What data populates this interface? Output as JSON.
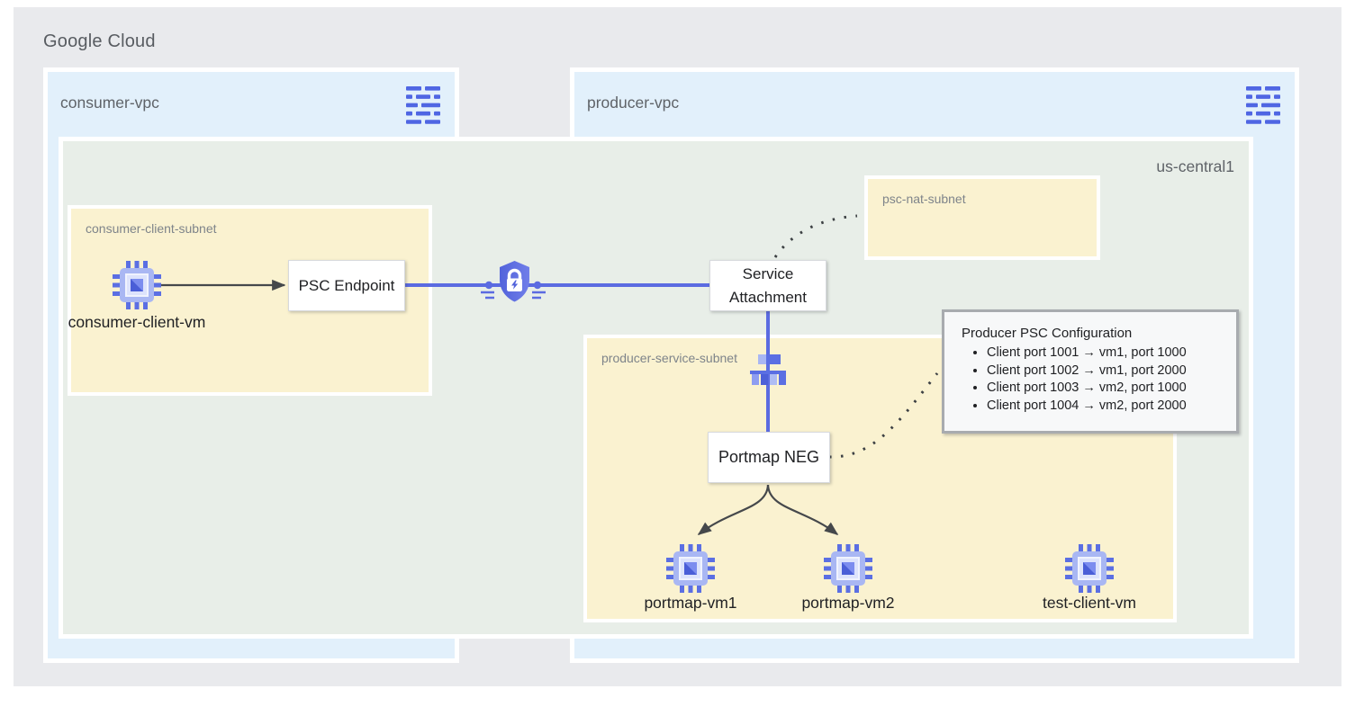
{
  "page": {
    "platform_label": "Google Cloud"
  },
  "vpcs": {
    "consumer": {
      "label": "consumer-vpc"
    },
    "producer": {
      "label": "producer-vpc"
    }
  },
  "region": {
    "label": "us-central1"
  },
  "subnets": {
    "consumer_client": {
      "label": "consumer-client-subnet"
    },
    "psc_nat": {
      "label": "psc-nat-subnet"
    },
    "producer_service": {
      "label": "producer-service-subnet"
    }
  },
  "nodes": {
    "consumer_client_vm": {
      "label": "consumer-client-vm"
    },
    "psc_endpoint": {
      "label": "PSC Endpoint"
    },
    "service_attachment": {
      "label": "Service Attachment"
    },
    "portmap_neg": {
      "label": "Portmap NEG"
    },
    "portmap_vm1": {
      "label": "portmap-vm1"
    },
    "portmap_vm2": {
      "label": "portmap-vm2"
    },
    "test_client_vm": {
      "label": "test-client-vm"
    }
  },
  "config_box": {
    "title": "Producer PSC Configuration",
    "items": [
      "Client port 1001 → vm1, port 1000",
      "Client port 1002 → vm1, port 2000",
      "Client port 1003 → vm2, port 1000",
      "Client port 1004 → vm2, port 2000"
    ]
  },
  "colors": {
    "container_gray": "#e9eaed",
    "vpc_blue": "#e2f0fb",
    "region_green": "#e8eee8",
    "subnet_yellow": "#faf2d0",
    "connector_blue": "#5b6be1",
    "connector_dark": "#3c4043",
    "icon_blue": "#5b6fe3"
  }
}
